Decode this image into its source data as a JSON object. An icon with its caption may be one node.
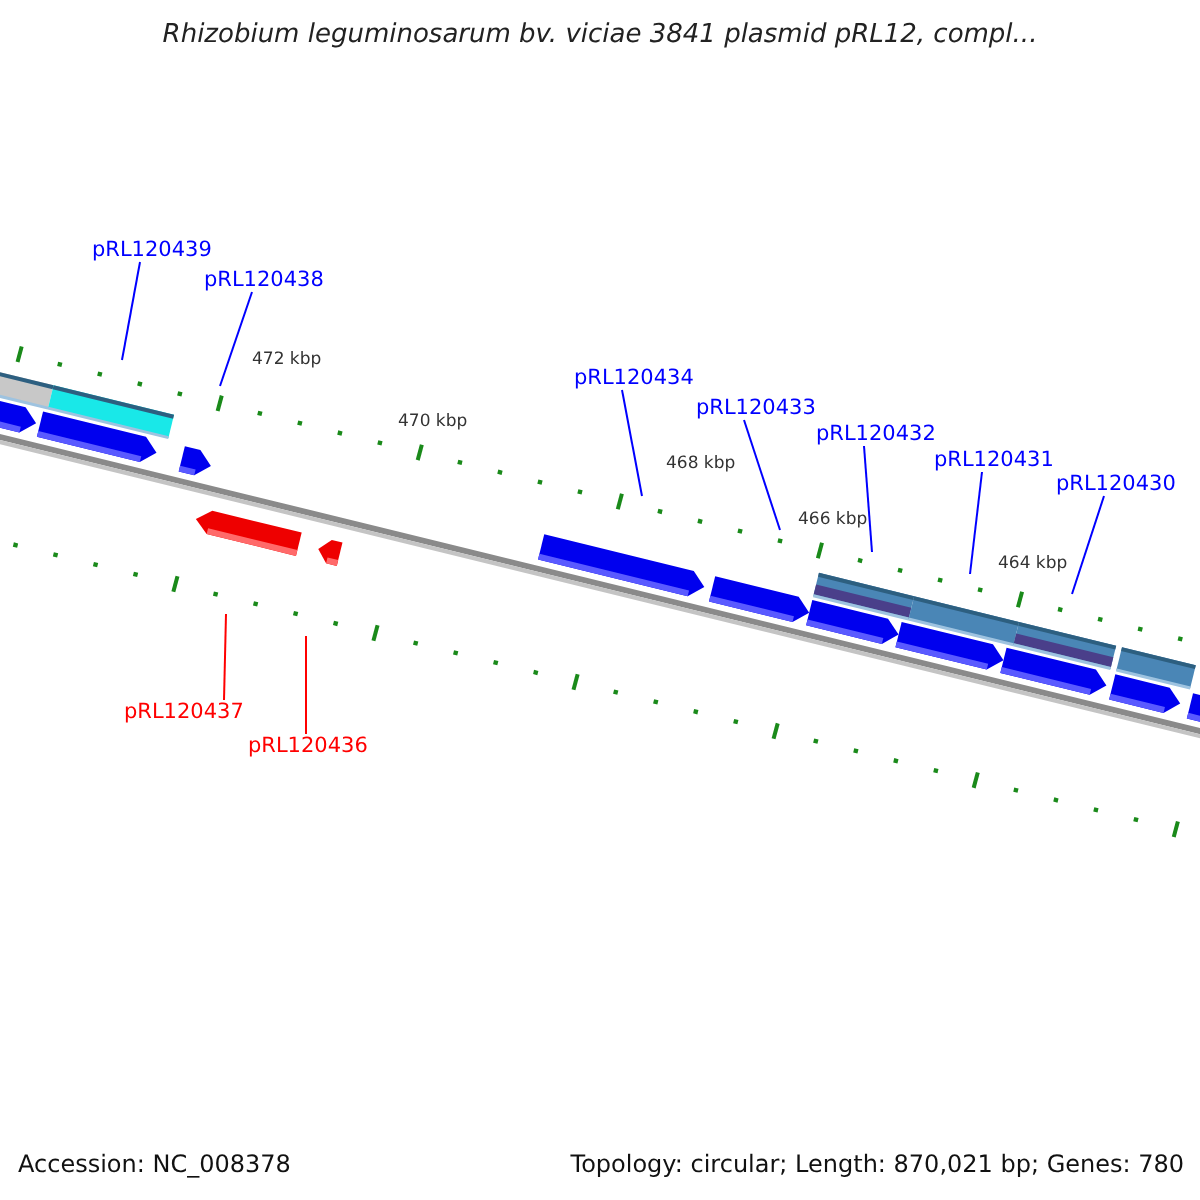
{
  "diagram": {
    "title": "Rhizobium leguminosarum bv. viciae 3841 plasmid pRL12, compl...",
    "nodes": [
      {
        "text": [
          "pRL120439"
        ]
      },
      {
        "text": [
          "pRL120438"
        ]
      },
      {
        "text": [
          "pRL120434"
        ]
      },
      {
        "text": [
          "pRL120433"
        ]
      },
      {
        "text": [
          "pRL120432"
        ]
      },
      {
        "text": [
          "pRL120431"
        ]
      },
      {
        "text": [
          "pRL120430"
        ]
      },
      {
        "text": [
          "pRL120437"
        ]
      },
      {
        "text": [
          "pRL120436"
        ]
      }
    ],
    "edges": [
      {
        "from": 0,
        "to": null,
        "arrow": "none"
      },
      {
        "from": 1,
        "to": null,
        "arrow": "none"
      },
      {
        "from": 2,
        "to": null,
        "arrow": "none"
      },
      {
        "from": 3,
        "to": null,
        "arrow": "none"
      },
      {
        "from": 4,
        "to": null,
        "arrow": "none"
      },
      {
        "from": 5,
        "to": null,
        "arrow": "none"
      },
      {
        "from": 6,
        "to": null,
        "arrow": "none"
      },
      {
        "from": 7,
        "to": null,
        "arrow": "none",
        "color": "#ff0000"
      },
      {
        "from": 8,
        "to": null,
        "arrow": "none",
        "color": "#ff0000"
      }
    ],
    "labels": [
      "472 kbp",
      "470 kbp",
      "468 kbp",
      "466 kbp",
      "464 kbp",
      "Accession: NC_008378",
      "Topology: circular; Length: 870,021 bp; Genes: 780"
    ]
  }
}
